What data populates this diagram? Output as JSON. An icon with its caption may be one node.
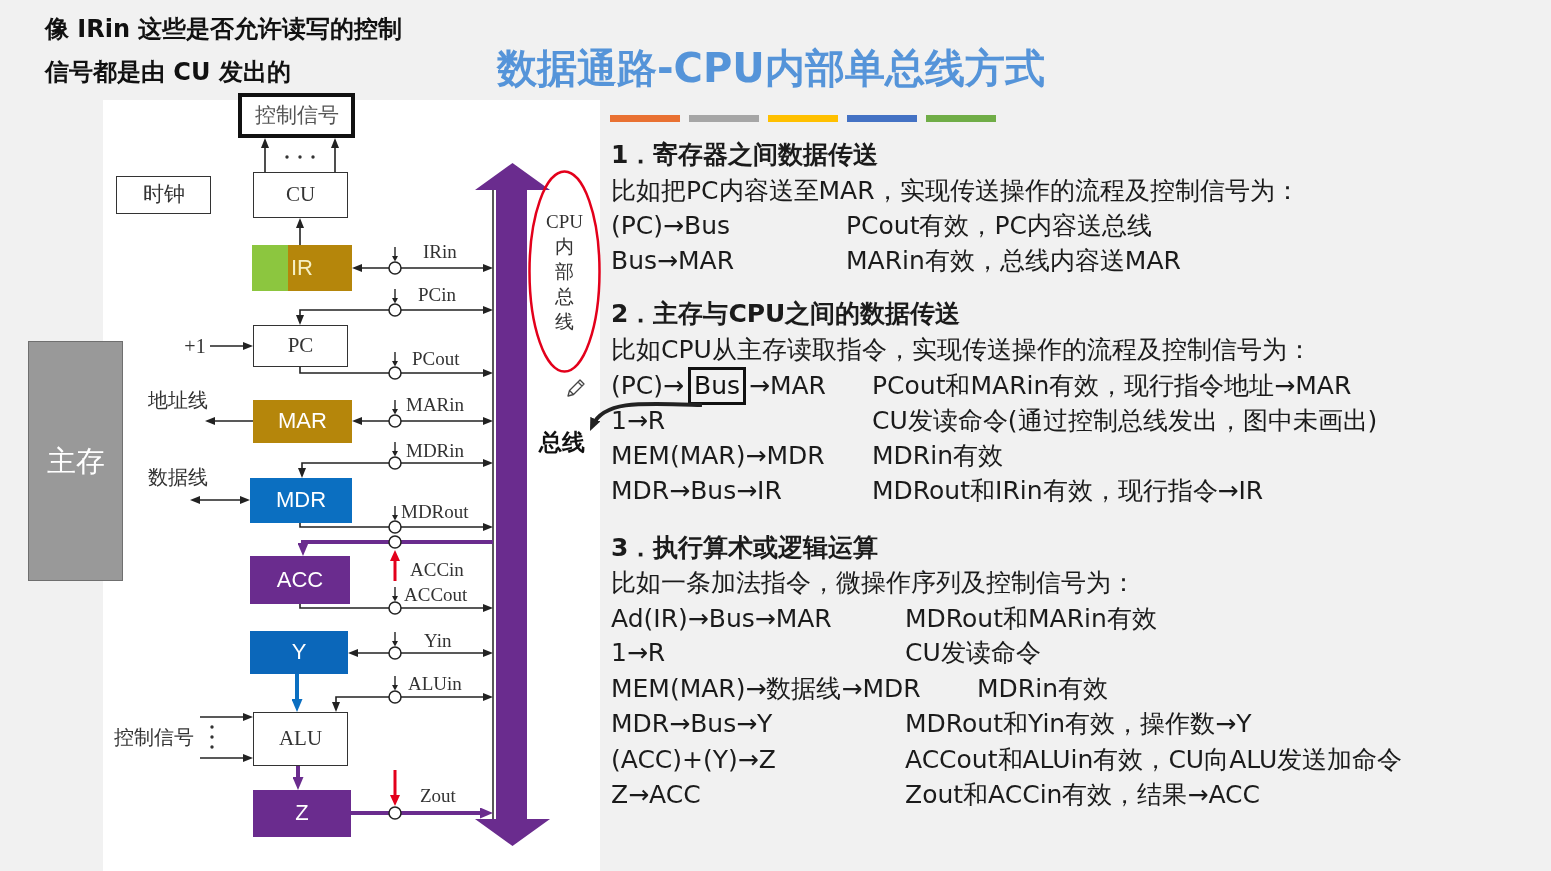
{
  "diagram": {
    "title": "数据通路-CPU内部单总线方式",
    "nodes": [
      {
        "text": [
          "控制信号"
        ]
      },
      {
        "text": [
          "时钟"
        ]
      },
      {
        "text": [
          "CU"
        ]
      },
      {
        "text": [
          "IR"
        ]
      },
      {
        "text": [
          "+1"
        ]
      },
      {
        "text": [
          "PC"
        ]
      },
      {
        "text": [
          "主存"
        ]
      },
      {
        "text": [
          "MAR"
        ]
      },
      {
        "text": [
          "MDR"
        ]
      },
      {
        "text": [
          "ACC"
        ]
      },
      {
        "text": [
          "Y"
        ]
      },
      {
        "text": [
          "控制信号"
        ]
      },
      {
        "text": [
          "ALU"
        ]
      },
      {
        "text": [
          "Z"
        ]
      },
      {
        "text": [],
        "shape": "bar"
      },
      {
        "text": [
          "CPU内部总线"
        ]
      },
      {
        "text": [
          "总线"
        ]
      },
      {
        "text": [
          "Bus"
        ]
      }
    ],
    "edges": [
      {
        "from": 2,
        "to": 0,
        "arrow": "to"
      },
      {
        "from": 2,
        "to": 0,
        "arrow": "to"
      },
      {
        "from": 3,
        "to": 2,
        "arrow": "to"
      },
      {
        "from": 3,
        "to": 14,
        "arrow": "both",
        "label": "IRin"
      },
      {
        "from": 5,
        "to": 14,
        "arrow": "both",
        "label": "PCin"
      },
      {
        "from": 4,
        "to": 5,
        "arrow": "to"
      },
      {
        "from": 5,
        "to": 14,
        "arrow": "to",
        "label": "PCout"
      },
      {
        "from": 7,
        "to": null,
        "arrow": "to",
        "label": "地址线"
      },
      {
        "from": 7,
        "to": 14,
        "arrow": "both",
        "label": "MARin"
      },
      {
        "from": 8,
        "to": 14,
        "arrow": "both",
        "label": "MDRin"
      },
      {
        "from": null,
        "to": 8,
        "arrow": "both",
        "label": "数据线"
      },
      {
        "from": 8,
        "to": 14,
        "arrow": "to",
        "label": "MDRout"
      },
      {
        "from": 14,
        "to": 9,
        "arrow": "to",
        "label": "ACCin",
        "style": "thick",
        "color": "#6a2c8e"
      },
      {
        "from": 9,
        "to": 14,
        "arrow": "to",
        "label": "ACCout"
      },
      {
        "from": 10,
        "to": 14,
        "arrow": "both",
        "label": "Yin"
      },
      {
        "from": 12,
        "to": 14,
        "arrow": "both",
        "label": "ALUin"
      },
      {
        "from": 10,
        "to": 12,
        "arrow": "to",
        "style": "thick",
        "color": "#0b6fc1"
      },
      {
        "from": 11,
        "to": 12,
        "arrow": "to"
      },
      {
        "from": 11,
        "to": 12,
        "arrow": "to"
      },
      {
        "from": 12,
        "to": 13,
        "arrow": "to",
        "style": "thick",
        "color": "#6a2c8e"
      },
      {
        "from": 13,
        "to": 14,
        "arrow": "to",
        "label": "Zout",
        "style": "thick",
        "color": "#6a2c8e"
      },
      {
        "from": 17,
        "to": 16,
        "arrow": "to",
        "style": "thick"
      }
    ],
    "labels": [
      "像 IRin 这些是否允许读写的控制信号都是由 CU 发出的",
      "1．寄存器之间数据传送",
      "比如把PC内容送至MAR，实现传送操作的流程及控制信号为：",
      "(PC)→Bus",
      "PCout有效，PC内容送总线",
      "Bus→MAR",
      "MARin有效，总线内容送MAR",
      "2．主存与CPU之间的数据传送",
      "比如CPU从主存读取指令，实现传送操作的流程及控制信号为：",
      "(PC)→",
      "→MAR",
      "PCout和MARin有效，现行指令地址→MAR",
      "1→R",
      "CU发读命令(通过控制总线发出，图中未画出)",
      "MEM(MAR)→MDR",
      "MDRin有效",
      "MDR→Bus→IR",
      "MDRout和IRin有效，现行指令→IR",
      "3．执行算术或逻辑运算",
      "比如一条加法指令，微操作序列及控制信号为：",
      "Ad(IR)→Bus→MAR",
      "MDRout和MARin有效",
      "1→R",
      "CU发读命令",
      "MEM(MAR)→数据线→MDR",
      "MDRin有效",
      "MDR→Bus→Y",
      "MDRout和Yin有效，操作数→Y",
      "(ACC)+(Y)→Z",
      "ACCout和ALUin有效，CU向ALU发送加命令",
      "Z→ACC",
      "Zout和ACCin有效，结果→ACC"
    ]
  }
}
